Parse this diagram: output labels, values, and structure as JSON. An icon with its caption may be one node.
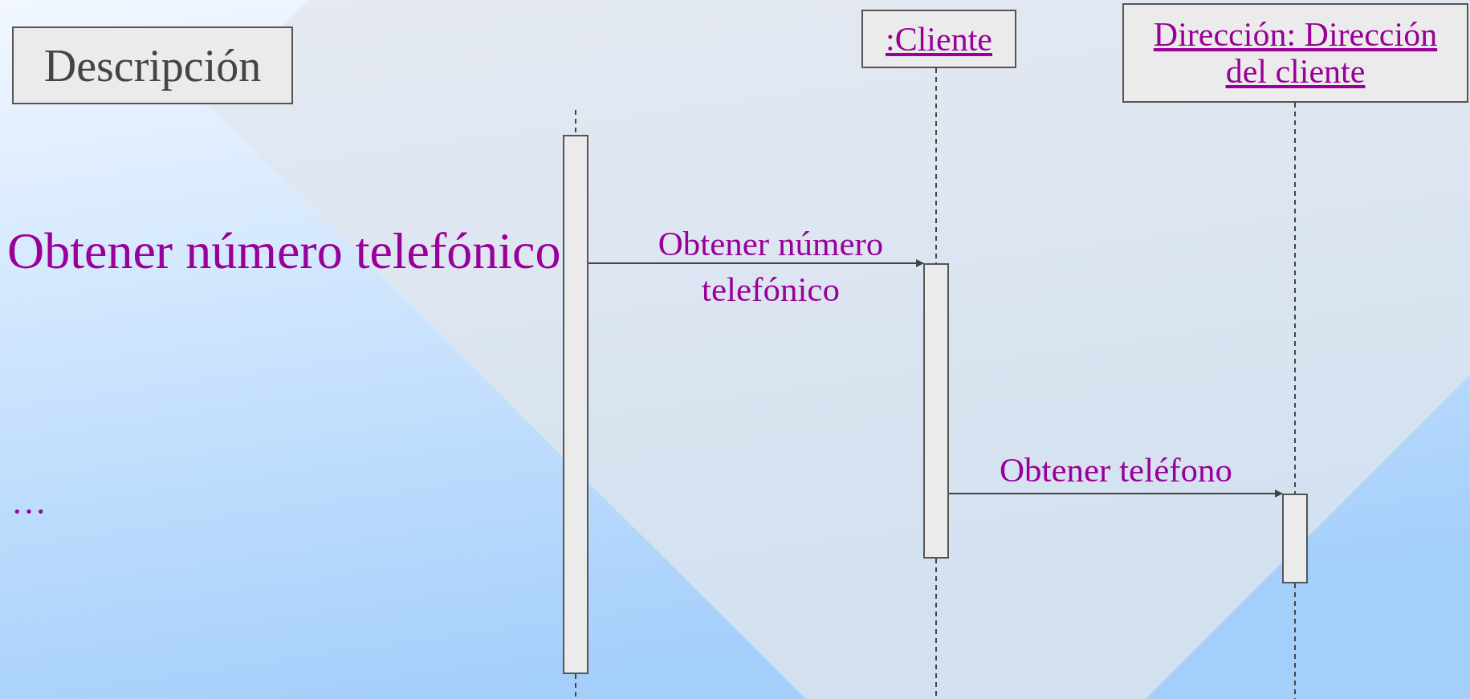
{
  "diagram": {
    "nodes": [
      {
        "text": [
          "Descripción"
        ]
      },
      {
        "text": [
          ":Cliente"
        ]
      },
      {
        "text": [
          "Dirección: Dirección del cliente"
        ]
      },
      {
        "text": [],
        "shape": "bar"
      },
      {
        "text": [],
        "shape": "bar"
      },
      {
        "text": [],
        "shape": "bar"
      }
    ],
    "edges": [
      {
        "from": 1,
        "to": 4,
        "arrow": "none",
        "style": "dashed"
      },
      {
        "from": 2,
        "to": 5,
        "arrow": "none",
        "style": "dashed"
      },
      {
        "from": 3,
        "to": 4,
        "arrow": "to",
        "label": "Obtener número telefónico"
      },
      {
        "from": 4,
        "to": 5,
        "arrow": "to",
        "label": "Obtener teléfono"
      }
    ],
    "labels": [
      "Obtener número telefónico",
      "…"
    ]
  }
}
